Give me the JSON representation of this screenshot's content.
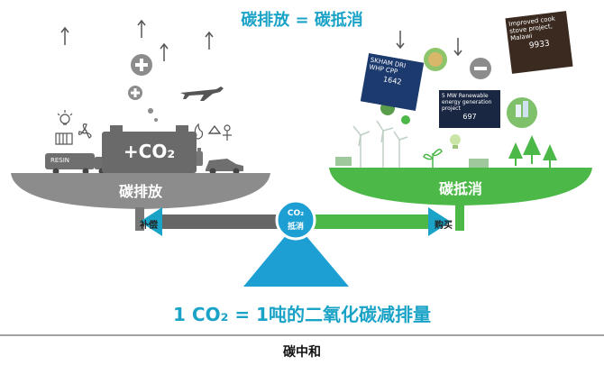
{
  "header": {
    "title": "碳排放 = 碳抵消"
  },
  "left_pan": {
    "label": "碳排放",
    "box_text": "+CO₂",
    "truck_text": "RESIN"
  },
  "right_pan": {
    "label": "碳抵消"
  },
  "center": {
    "circle_text_1": "CO₂",
    "circle_text_2": "抵消"
  },
  "arrows": {
    "left_label": "补偿",
    "right_label": "购买"
  },
  "cards": [
    {
      "text": "SKHAM DRI WHP CPP",
      "number": "1642"
    },
    {
      "text": "5 MW Renewable energy generation project",
      "number": "697"
    },
    {
      "text": "Improved cook stove project, Malawi",
      "number": "9933"
    }
  ],
  "equation": "1 CO₂ = 1吨的二氧化碳减排量",
  "caption": "碳中和",
  "colors": {
    "grey": "#8c8c8c",
    "dark_grey": "#666666",
    "green": "#4cb848",
    "teal": "#1aa3c7",
    "blue_triangle": "#1e9fd3"
  }
}
